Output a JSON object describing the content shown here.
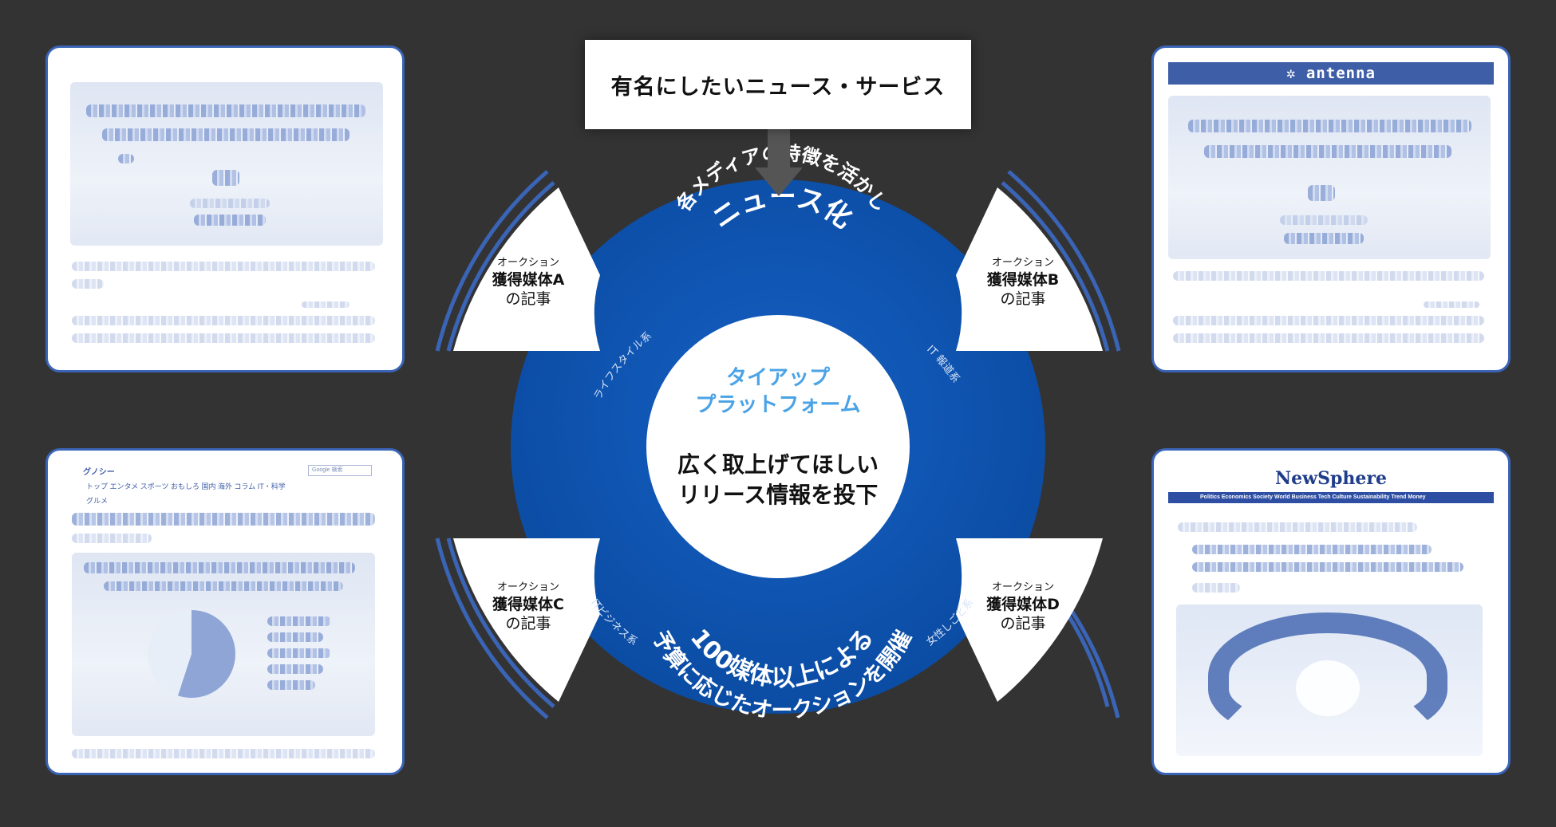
{
  "top_box": {
    "title": "有名にしたいニュース・サービス"
  },
  "circle": {
    "top_arc_line1": "各メディアの特徴を活かし",
    "top_arc_line2": "ニュース化",
    "bottom_arc_line1": "100媒体以上による",
    "bottom_arc_line2": "予算に応じたオークションを開催",
    "category_top_left": "ライフスタイル系",
    "category_top_right": "IT 報道系",
    "category_bottom_left": "ITビジネス系",
    "category_bottom_right": "女性しごと系",
    "platform_line1": "タイアップ",
    "platform_line2": "プラットフォーム",
    "release_line1": "広く取上げてほしい",
    "release_line2": "リリース情報を投下"
  },
  "wedges": [
    {
      "small": "オークション",
      "line1": "獲得媒体A",
      "line2": "の記事"
    },
    {
      "small": "オークション",
      "line1": "獲得媒体B",
      "line2": "の記事"
    },
    {
      "small": "オークション",
      "line1": "獲得媒体C",
      "line2": "の記事"
    },
    {
      "small": "オークション",
      "line1": "獲得媒体D",
      "line2": "の記事"
    }
  ],
  "cards": {
    "antenna_logo": "antenna",
    "newsphere_logo": "NewSphere",
    "newsphere_nav": "Politics   Economics   Society   World   Business   Tech   Culture   Sustainability   Trend   Money",
    "gunosy_logo": "グノシー",
    "gunosy_search": "Google 検索",
    "gunosy_nav_row1": "トップ      エンタメ      スポーツ      おもしろ      国内      海外      コラム      IT・科学",
    "gunosy_nav_row2": "グルメ"
  },
  "colors": {
    "background": "#333333",
    "circle_blue": "#0b4ea8",
    "accent_line": "#3a64b6",
    "platform_text": "#4aa3e6"
  }
}
